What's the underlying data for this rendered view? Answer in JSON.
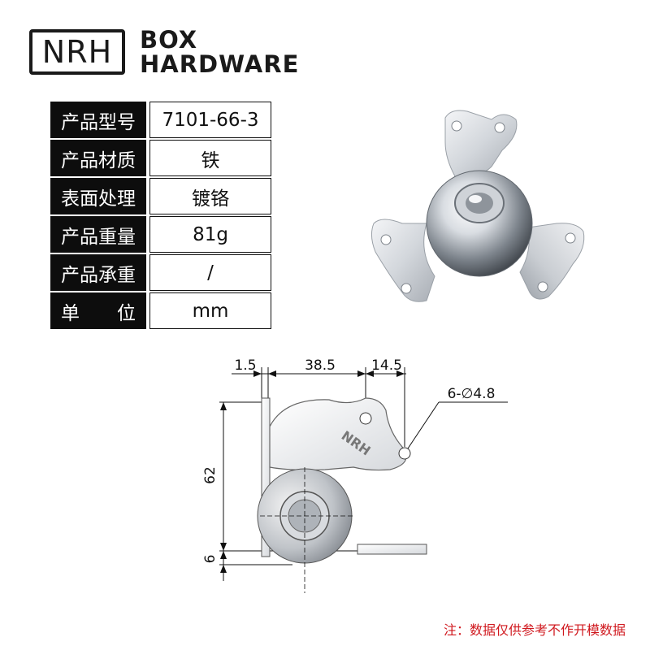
{
  "brand": {
    "logo_mark": "NRH",
    "line1": "BOX",
    "line2": "HARDWARE"
  },
  "specs": [
    {
      "label": "产品型号",
      "value": "7101-66-3"
    },
    {
      "label": "产品材质",
      "value": "铁"
    },
    {
      "label": "表面处理",
      "value": "镀铬"
    },
    {
      "label": "产品重量",
      "value": "81g"
    },
    {
      "label": "产品承重",
      "value": "/"
    },
    {
      "label": "单　　位",
      "value": "mm"
    }
  ],
  "drawing": {
    "dim_top_1": "1.5",
    "dim_top_2": "38.5",
    "dim_top_3": "14.5",
    "dim_hole": "6-∅4.8",
    "dim_left_1": "62",
    "dim_left_2": "6",
    "part_mark": "NRH"
  },
  "note": "注：数据仅供参考不作开模数据"
}
